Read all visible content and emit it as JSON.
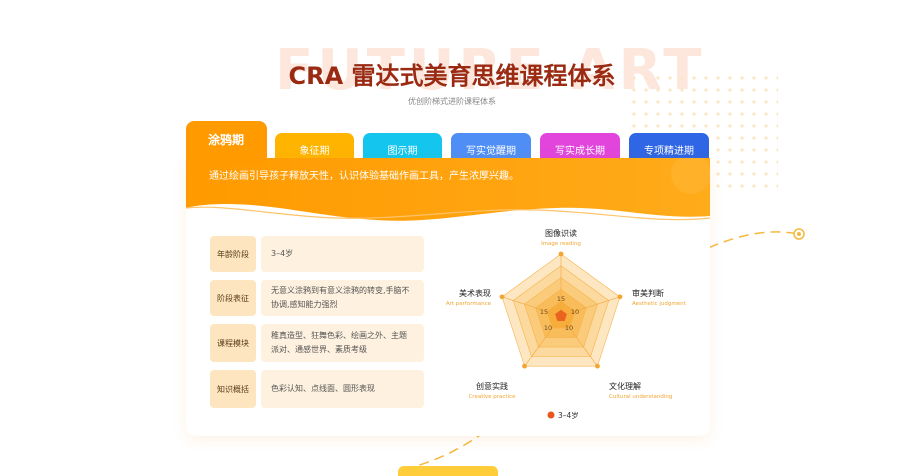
{
  "watermark": "FUTURE ART",
  "header": {
    "title": "CRA 雷达式美育思维课程体系",
    "subtitle": "优创阶梯式进阶课程体系"
  },
  "tabs": [
    {
      "label": "涂鸦期",
      "color": "#ff9a00",
      "active": true
    },
    {
      "label": "象征期",
      "color": "#ffb400",
      "active": false
    },
    {
      "label": "图示期",
      "color": "#14c6ee",
      "active": false
    },
    {
      "label": "写实觉醒期",
      "color": "#4f8ff5",
      "active": false
    },
    {
      "label": "写实成长期",
      "color": "#e145dc",
      "active": false
    },
    {
      "label": "专项精进期",
      "color": "#2f66e6",
      "active": false
    }
  ],
  "card": {
    "banner_text": "通过绘画引导孩子释放天性，认识体验基础作画工具，产生浓厚兴趣。",
    "rows": [
      {
        "label": "年龄阶段",
        "value": "3–4岁"
      },
      {
        "label": "阶段表征",
        "value": "无意义涂鸦到有意义涂鸦的转变,手脑不协调,感知能力强烈"
      },
      {
        "label": "课程模块",
        "value": "稚真造型、狂舞色彩、绘画之外、主题派对、通感世界、素质考级"
      },
      {
        "label": "知识概括",
        "value": "色彩认知、点线面、圆形表现"
      }
    ]
  },
  "radar": {
    "axes": [
      {
        "zh": "图像识读",
        "en": "Image reading"
      },
      {
        "zh": "审美判断",
        "en": "Aesthetic judgment"
      },
      {
        "zh": "文化理解",
        "en": "Cultural understanding"
      },
      {
        "zh": "创意实践",
        "en": "Creative practice"
      },
      {
        "zh": "美术表现",
        "en": "Art performance"
      }
    ],
    "tick_labels": [
      "15",
      "10",
      "10",
      "10",
      "15"
    ],
    "series_values": [
      0.1,
      0.1,
      0.1,
      0.1,
      0.1
    ],
    "legend": "3–4岁",
    "colors": {
      "series": "#e8561c",
      "accent": "#f2a531"
    }
  }
}
